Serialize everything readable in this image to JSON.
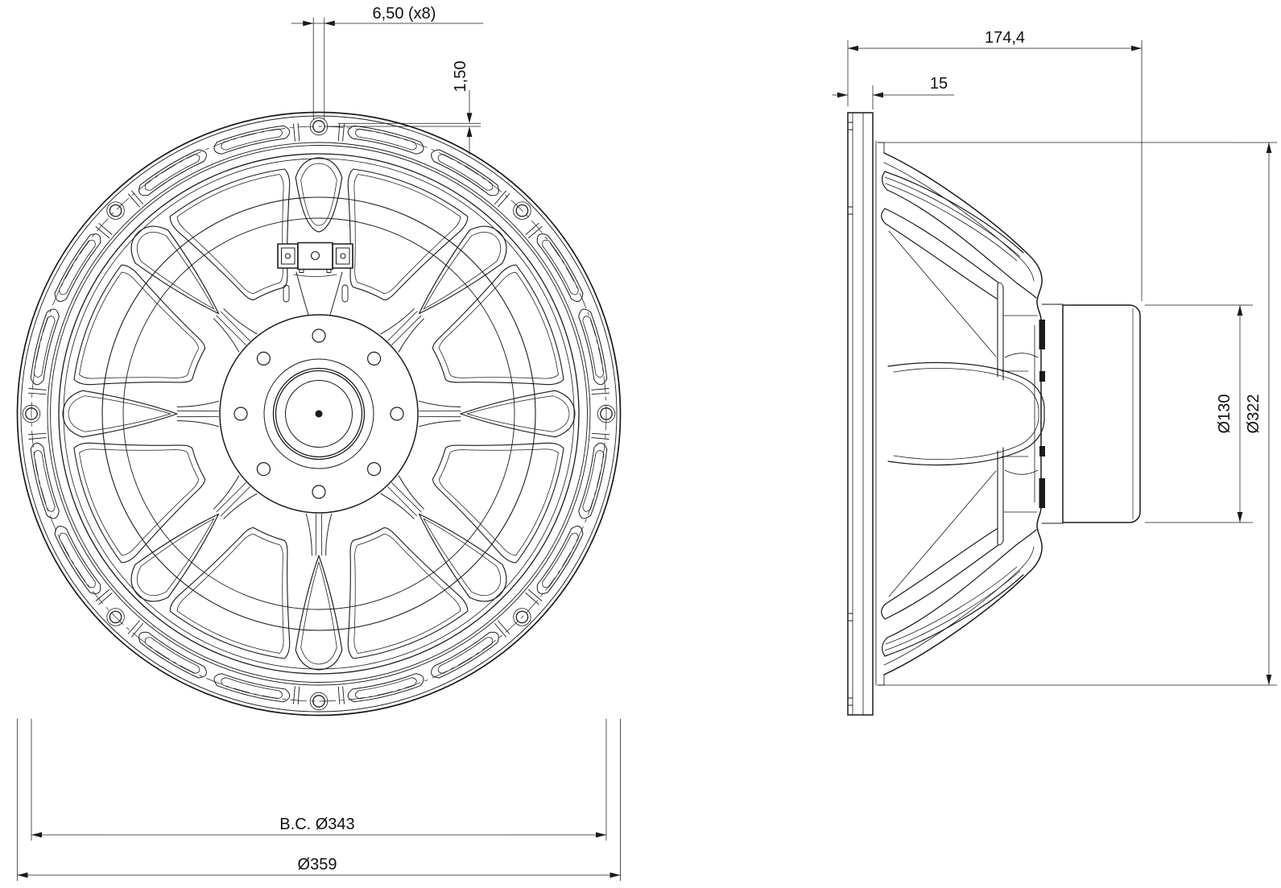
{
  "front_view": {
    "title": "front-view",
    "dims": {
      "hole_diameter": "6,50 (x8)",
      "hole_offset": "1,50",
      "bolt_circle": "B.C. Ø343",
      "outer_diameter": "Ø359"
    }
  },
  "side_view": {
    "title": "side-view",
    "dims": {
      "overall_depth": "174,4",
      "flange_depth": "15",
      "magnet_diameter": "Ø130",
      "basket_diameter": "Ø322"
    }
  },
  "colors": {
    "line": "#1b1b1b",
    "background": "#ffffff"
  }
}
